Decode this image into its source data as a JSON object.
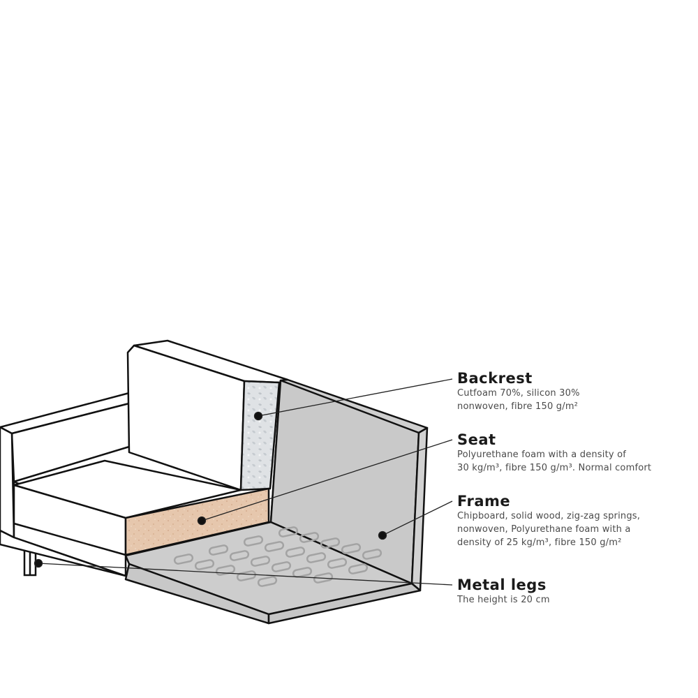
{
  "colors": {
    "outline": "#111111",
    "seat_foam": "#e8c9b0",
    "backrest_foam": "#d8dce0",
    "frame": "#cfcfcf",
    "springs": "#a9a9a9",
    "leader": "#222222",
    "background": "#ffffff"
  },
  "labels": [
    {
      "id": "backrest",
      "title": "Backrest",
      "lines": [
        "Cutfoam 70%, silicon 30%",
        "nonwoven, fibre 150 g/m²"
      ]
    },
    {
      "id": "seat",
      "title": "Seat",
      "lines": [
        "Polyurethane foam with a density of",
        "30 kg/m³, fibre 150 g/m³. Normal comfort"
      ]
    },
    {
      "id": "frame",
      "title": "Frame",
      "lines": [
        "Chipboard, solid wood, zig-zag springs,",
        "nonwoven, Polyurethane foam with a",
        "density of 25 kg/m³, fibre 150 g/m²"
      ]
    },
    {
      "id": "metal-legs",
      "title": "Metal legs",
      "lines": [
        "The height is 20 cm"
      ]
    }
  ]
}
